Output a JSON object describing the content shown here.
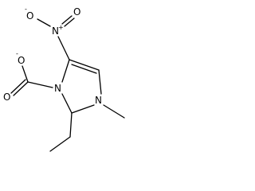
{
  "molecule": {
    "atom_labels": {
      "nitro_anion_O": "O",
      "nitro_anion_charge": "-",
      "nitro_N": "N",
      "nitro_N_charge": "+",
      "nitro_O": "O",
      "ring_N_carboxylate": "N",
      "ring_N_methyl": "N",
      "carboxylate_O_anion": "O",
      "carboxylate_O_anion_charge": "-",
      "carboxylate_O": "O"
    },
    "colors": {
      "bond": "#000000",
      "label": "#000000",
      "background": "#ffffff"
    }
  }
}
